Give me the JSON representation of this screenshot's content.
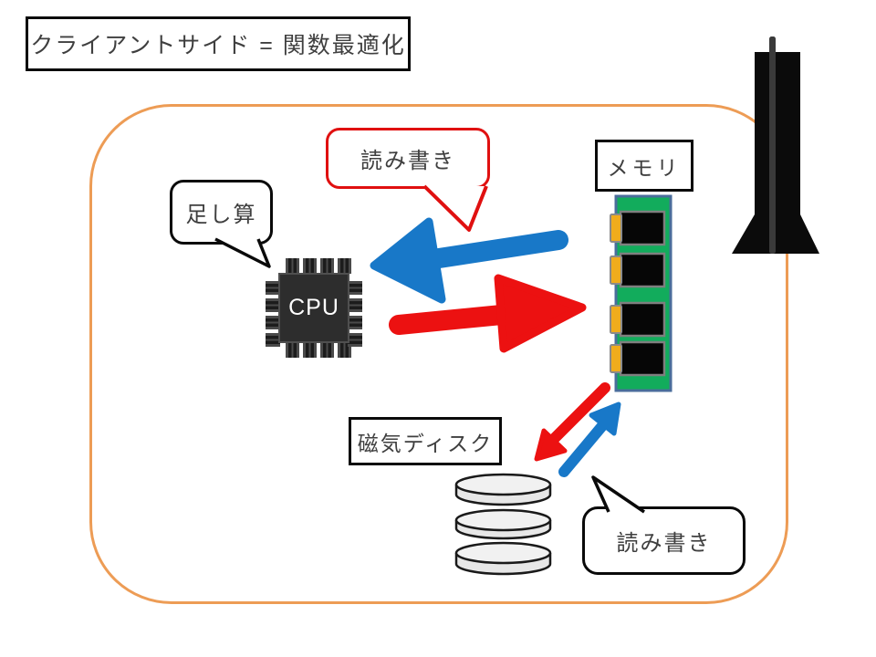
{
  "slide": {
    "title": "クライアントサイド = 関数最適化"
  },
  "labels": {
    "memory": "メモリ",
    "disk": "磁気ディスク",
    "cpu": "CPU"
  },
  "callouts": {
    "addition": "足し算",
    "read_write_cpu_memory": "読み書き",
    "read_write_memory_disk": "読み書き"
  },
  "colors": {
    "frame_orange": "#ED9C55",
    "arrow_blue": "#1878C8",
    "arrow_red": "#EC1111",
    "callout_red_border": "#E01010",
    "memory_board_green": "#12AC5C",
    "memory_board_border": "#4A6D9B",
    "memory_contact_yellow": "#F0AC1C",
    "cpu_body_gray": "#2D2D2D",
    "tower_black": "#0B0B0B",
    "disk_gray": "#E7E7E7"
  }
}
